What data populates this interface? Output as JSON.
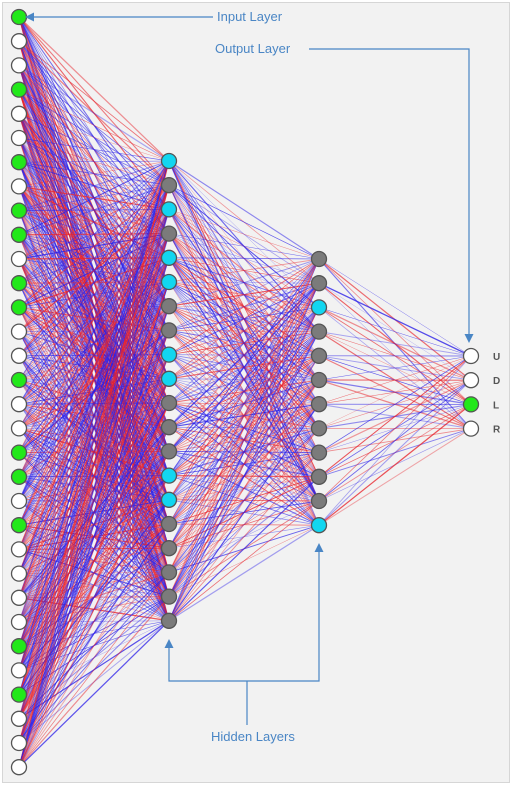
{
  "annotations": {
    "input_layer": "Input Layer",
    "output_layer": "Output Layer",
    "hidden_layers": "Hidden Layers"
  },
  "output_labels": [
    "U",
    "D",
    "L",
    "R"
  ],
  "colors": {
    "background": "#f2f2f2",
    "annotation": "#4a86c5",
    "positive_weight": "#e8232b",
    "negative_weight": "#2b1fe8",
    "node_active_green": "#22e81a",
    "node_active_cyan": "#12d6f0",
    "node_inactive_gray": "#7b7b7b",
    "node_empty": "#ffffff",
    "node_stroke": "#555555"
  },
  "layers": [
    {
      "name": "input",
      "states": [
        "green",
        "empty",
        "empty",
        "green",
        "empty",
        "empty",
        "green",
        "empty",
        "green",
        "green",
        "empty",
        "green",
        "green",
        "empty",
        "empty",
        "green",
        "empty",
        "empty",
        "green",
        "green",
        "empty",
        "green",
        "empty",
        "empty",
        "empty",
        "empty",
        "green",
        "empty",
        "green",
        "empty",
        "empty",
        "empty"
      ]
    },
    {
      "name": "hidden-1",
      "states": [
        "cyan",
        "gray",
        "cyan",
        "gray",
        "cyan",
        "cyan",
        "gray",
        "gray",
        "cyan",
        "cyan",
        "gray",
        "gray",
        "gray",
        "cyan",
        "cyan",
        "gray",
        "gray",
        "gray",
        "gray",
        "gray"
      ]
    },
    {
      "name": "hidden-2",
      "states": [
        "gray",
        "gray",
        "cyan",
        "gray",
        "gray",
        "gray",
        "gray",
        "gray",
        "gray",
        "gray",
        "gray",
        "cyan"
      ]
    },
    {
      "name": "output",
      "states": [
        "empty",
        "empty",
        "green",
        "empty"
      ]
    }
  ]
}
